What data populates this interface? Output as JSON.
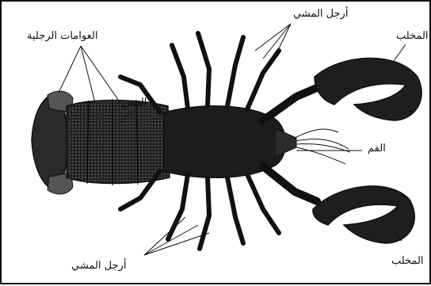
{
  "labels": {
    "swimmerets": "العوامات الرجلية",
    "walking_legs_top": "أرجل المشي",
    "claw_top": "المخلب",
    "eggs": "البيض",
    "mouth": "الفم",
    "claw_bottom": "المخلب",
    "walking_legs_bottom": "أرجل المشي"
  },
  "colors": {
    "ink": "#111111",
    "body": "#1f1f1f",
    "bg": "#ffffff"
  }
}
